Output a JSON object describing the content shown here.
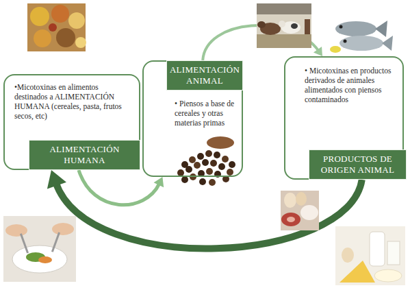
{
  "diagram": {
    "nodes": [
      {
        "text": [
          "•Micotoxinas en alimentos destinados a ALIMENTACIÓN HUMANA (cereales, pasta, frutos secos, etc)"
        ]
      },
      {
        "text": [
          "ALIMENTACIÓN HUMANA"
        ],
        "in": 0
      },
      {
        "text": [
          "• Piensos a base de cereales y otras materias primas"
        ]
      },
      {
        "text": [
          "ALIMENTACIÓN ANIMAL"
        ],
        "in": 2
      },
      {
        "text": [
          "• Micotoxinas en productos derivados de animales alimentados con piensos contaminados"
        ]
      },
      {
        "text": [
          "PRODUCTOS DE ORIGEN ANIMAL"
        ],
        "in": 4
      }
    ],
    "edges": [
      {
        "from": 0,
        "to": 2,
        "arrow": "to"
      },
      {
        "from": 2,
        "to": 4,
        "arrow": "to"
      },
      {
        "from": 4,
        "to": 0,
        "arrow": "to"
      }
    ]
  }
}
